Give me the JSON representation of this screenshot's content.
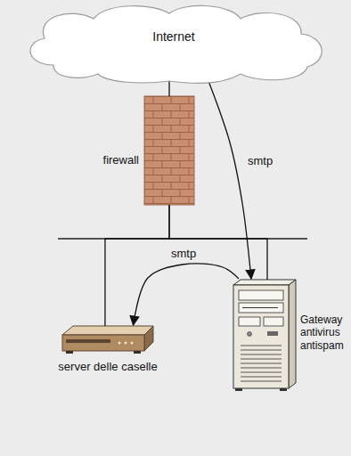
{
  "diagram": {
    "nodes": [
      {
        "text": [
          "Internet"
        ]
      },
      {
        "text": [
          "firewall"
        ]
      },
      {
        "text": [
          "server delle caselle"
        ]
      },
      {
        "text": [
          "Gateway antivirus antispam"
        ]
      }
    ],
    "edges": [
      {
        "from": 0,
        "to": 1,
        "arrow": "none"
      },
      {
        "from": 0,
        "to": 3,
        "label": "smtp",
        "arrow": "to"
      },
      {
        "from": 3,
        "to": 2,
        "label": "smtp",
        "arrow": "to"
      },
      {
        "from": 1,
        "to": 2,
        "arrow": "none"
      },
      {
        "from": 1,
        "to": 3,
        "arrow": "none"
      }
    ]
  }
}
